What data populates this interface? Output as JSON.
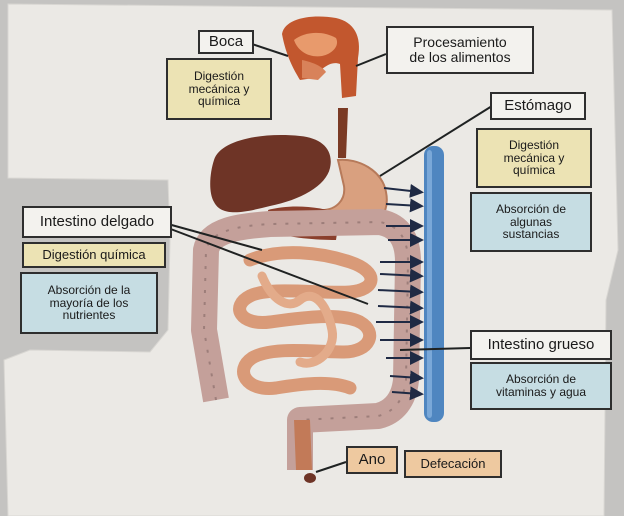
{
  "colors": {
    "label_yellow": "#ece3b4",
    "label_blue": "#c6dde3",
    "label_white": "#f3f2ee",
    "label_orange": "#eec9a0",
    "vessel_blue": "#4f86c0",
    "organ_liver": "#6e3426",
    "organ_intestine": "#d99a78",
    "arrow": "#1f2a44"
  },
  "labels": {
    "boca": "Boca",
    "boca_func": "Digestión\nmecánica y\nquímica",
    "procesamiento": "Procesamiento\nde los alimentos",
    "estomago": "Estómago",
    "estomago_func": "Digestión\nmecánica y\nquímica",
    "estomago_abs": "Absorción de\nalgunas\nsustancias",
    "intestino_delgado": "Intestino delgado",
    "delgado_func": "Digestión química",
    "delgado_abs": "Absorción de la\nmayoría de los\nnutrientes",
    "intestino_grueso": "Intestino grueso",
    "grueso_abs": "Absorción de\nvitaminas y agua",
    "ano": "Ano",
    "defecacion": "Defecación"
  },
  "icons": {
    "head": "head-profile-icon",
    "liver": "liver-icon",
    "stomach": "stomach-icon",
    "small_intestine": "small-intestine-icon",
    "large_intestine": "large-intestine-icon",
    "blood_vessel": "blood-vessel-icon"
  }
}
